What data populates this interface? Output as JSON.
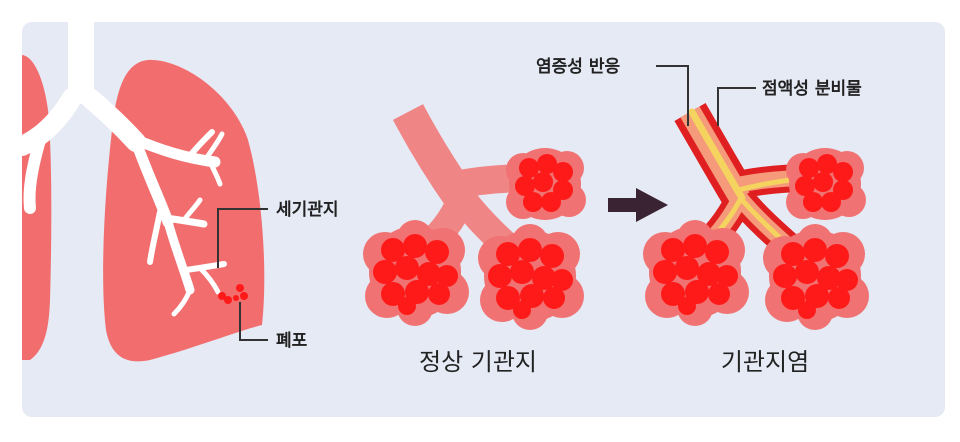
{
  "labels": {
    "bronchiole": "세기관지",
    "alveoli": "폐포",
    "inflammatory_response": "염증성 반응",
    "mucous_secretion": "점액성 분비물"
  },
  "captions": {
    "normal": "정상 기관지",
    "bronchitis": "기관지염"
  },
  "colors": {
    "background_panel": "#E6EAF5",
    "lung": "#F26E6E",
    "airway": "#F08585",
    "alveoli_outer": "#F07272",
    "alveoli_inner": "#FF1A1A",
    "inflamed_wall": "#E02020",
    "mucus": "#F4D35E",
    "arrow": "#3A2333",
    "leader_line": "#333333"
  }
}
